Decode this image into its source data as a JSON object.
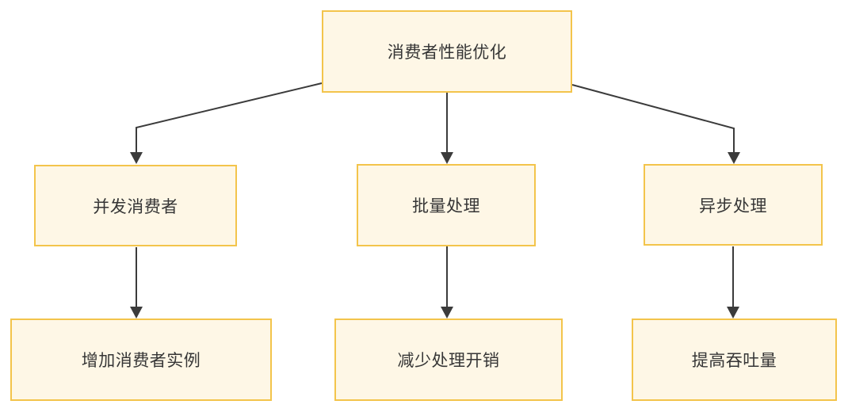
{
  "diagram": {
    "nodes": [
      {
        "id": "root",
        "label": "消费者性能优化"
      },
      {
        "id": "concurrent",
        "label": "并发消费者"
      },
      {
        "id": "batch",
        "label": "批量处理"
      },
      {
        "id": "async",
        "label": "异步处理"
      },
      {
        "id": "instances",
        "label": "增加消费者实例"
      },
      {
        "id": "overhead",
        "label": "减少处理开销"
      },
      {
        "id": "throughput",
        "label": "提高吞吐量"
      }
    ],
    "edges": [
      {
        "from": "root",
        "to": "concurrent"
      },
      {
        "from": "root",
        "to": "batch"
      },
      {
        "from": "root",
        "to": "async"
      },
      {
        "from": "concurrent",
        "to": "instances"
      },
      {
        "from": "batch",
        "to": "overhead"
      },
      {
        "from": "async",
        "to": "throughput"
      }
    ],
    "colors": {
      "background": "#FFFFFF",
      "node_fill": "#FEF7E6",
      "node_border": "#F3C44B",
      "line": "#3B3B3B",
      "text": "#363636"
    }
  }
}
